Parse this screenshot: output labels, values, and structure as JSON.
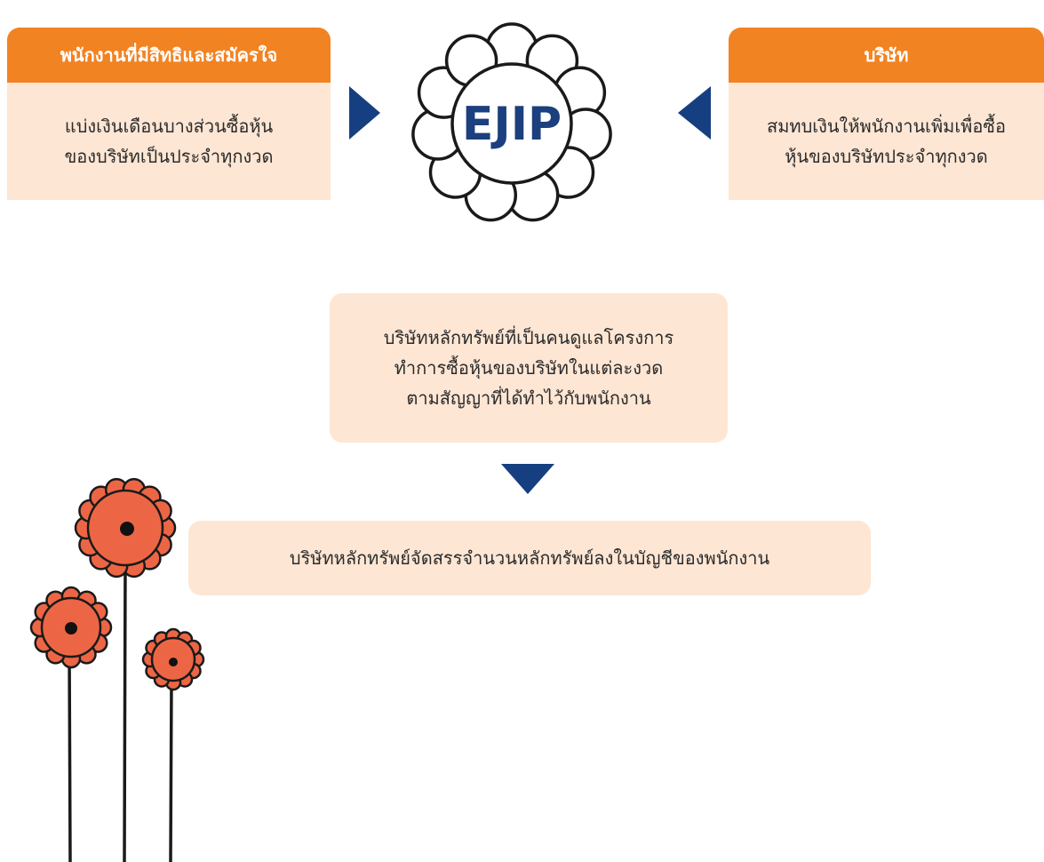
{
  "colors": {
    "header_orange": "#f28322",
    "box_peach": "#fde6d4",
    "arrow_navy": "#163f81",
    "flower_red": "#ec6645",
    "ink": "#1a1a1a"
  },
  "left_card": {
    "title": "พนักงานที่มีสิทธิและสมัครใจ",
    "lines": [
      "แบ่งเงินเดือนบางส่วนซื้อหุ้น",
      "ของบริษัทเป็นประจำทุกงวด"
    ]
  },
  "center": {
    "label": "EJIP",
    "icon": "flower-outline-icon"
  },
  "right_card": {
    "title": "บริษัท",
    "lines": [
      "สมทบเงินให้พนักงานเพิ่มเพื่อซื้อ",
      "หุ้นของบริษัทประจำทุกงวด"
    ]
  },
  "step1": {
    "lines": [
      "บริษัทหลักทรัพย์ที่เป็นคนดูแลโครงการ",
      "ทำการซื้อหุ้นของบริษัทในแต่ละงวด",
      "ตามสัญญาที่ได้ทำไว้กับพนักงาน"
    ]
  },
  "step2": {
    "lines": [
      "บริษัทหลักทรัพย์จัดสรรจำนวนหลักทรัพย์ลงในบัญชีของพนักงาน"
    ]
  },
  "decoration": {
    "icon": "red-flowers-icon"
  }
}
